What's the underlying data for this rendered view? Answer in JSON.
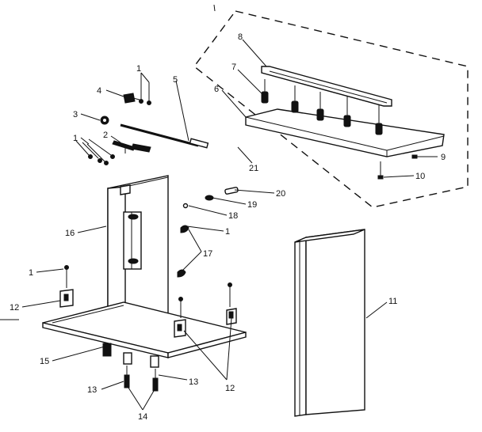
{
  "callouts": {
    "c1a": "1",
    "c1b": "1",
    "c1c": "1",
    "c1d": "1",
    "c2": "2",
    "c3": "3",
    "c4": "4",
    "c5": "5",
    "c6": "6",
    "c7": "7",
    "c8": "8",
    "c9": "9",
    "c10": "10",
    "c11": "11",
    "c12a": "12",
    "c12b": "12",
    "c13a": "13",
    "c13b": "13",
    "c14": "14",
    "c15": "15",
    "c16": "16",
    "c17": "17",
    "c18": "18",
    "c19": "19",
    "c20": "20",
    "c21": "21"
  }
}
